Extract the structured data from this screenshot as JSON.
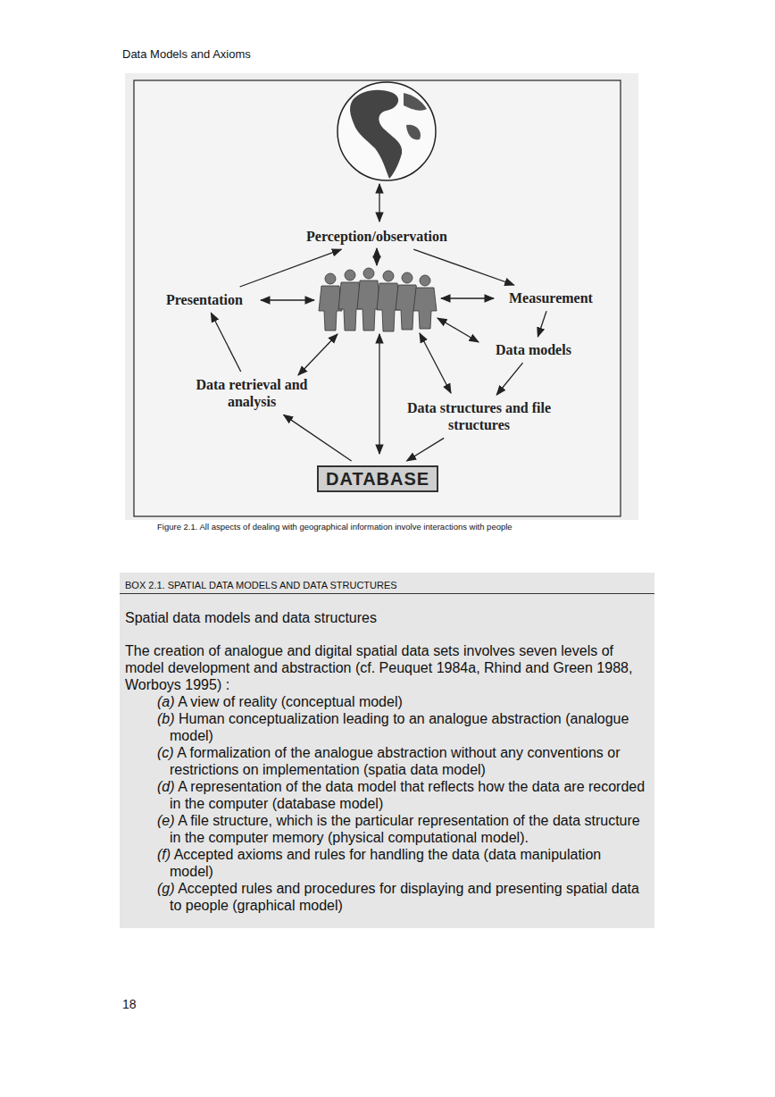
{
  "diagram": {
    "caption": "Figure 2.1. All aspects of dealing with geographical information involve interactions with people",
    "nodes": [
      {
        "text": [
          "Perception/observation"
        ]
      },
      {
        "text": [
          "Presentation"
        ]
      },
      {
        "text": [
          "Measurement"
        ]
      },
      {
        "text": [
          "Data models"
        ]
      },
      {
        "text": [
          "Data retrieval and analysis"
        ]
      },
      {
        "text": [
          "Data structures and file structures"
        ]
      },
      {
        "text": [
          "DATABASE"
        ]
      },
      {
        "text": [
          "BOX 2.1. SPATIAL DATA MODELS AND DATA STRUCTURES",
          "Spatial data models and data structures",
          "The creation of analogue and digital spatial data sets involves seven levels of model development and abstraction (cf. Peuquet 1984a, Rhind and Green 1988, Worboys 1995) :",
          "(a) A view of reality (conceptual model)",
          "(b) Human conceptualization leading to an analogue abstraction (analogue model)",
          "(c) A formalization of the analogue abstraction without any conventions or restrictions on implementation (spatia data model)",
          "(d) A representation of the data model that reflects how the data are recorded in the computer (database model)",
          "(e) A file structure, which is the particular representation of the data structure in the computer memory (physical computational model).",
          "(f) Accepted axioms and rules for handling the data (data manipulation model)",
          "(g) Accepted rules and procedures for displaying and presenting spatial data to people (graphical model)"
        ]
      }
    ],
    "edges": [
      {
        "from": 0,
        "to": 2,
        "arrow": "to"
      },
      {
        "from": 2,
        "to": 3,
        "arrow": "to"
      },
      {
        "from": 3,
        "to": 5,
        "arrow": "to"
      },
      {
        "from": 5,
        "to": 6,
        "arrow": "to"
      },
      {
        "from": 6,
        "to": 4,
        "arrow": "to"
      },
      {
        "from": 4,
        "to": 1,
        "arrow": "to"
      },
      {
        "from": 1,
        "to": 0,
        "arrow": "to"
      }
    ],
    "labels": [
      "Data Models and Axioms",
      "18"
    ]
  }
}
